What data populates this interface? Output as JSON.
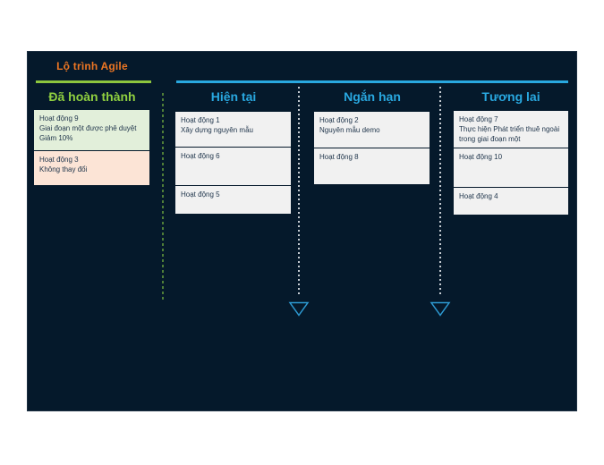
{
  "board": {
    "title": "Lộ trình Agile",
    "background": "#05192b",
    "title_color": "#ed7623",
    "accent_green": "#8dc63e",
    "accent_blue": "#29a8e0",
    "card_text_color": "#22374d",
    "milestone_icon": "triangle-down-outline"
  },
  "columns": [
    {
      "header": "Đã hoàn thành",
      "cards": [
        {
          "bg": "#e2efda",
          "lines": [
            "Hoạt động 9",
            "Giai đoạn một được phê duyệt",
            "Giảm 10%"
          ]
        },
        {
          "bg": "#fce4d6",
          "lines": [
            "Hoạt động 3",
            "Không thay đổi"
          ]
        }
      ]
    },
    {
      "header": "Hiện tại",
      "cards": [
        {
          "bg": "#f1f1f1",
          "lines": [
            "Hoạt động 1",
            "Xây dựng nguyên mẫu"
          ]
        },
        {
          "bg": "#f1f1f1",
          "lines": [
            "Hoạt động 6"
          ]
        },
        {
          "bg": "#f1f1f1",
          "lines": [
            "Hoạt động 5"
          ]
        }
      ]
    },
    {
      "header": "Ngắn hạn",
      "cards": [
        {
          "bg": "#f1f1f1",
          "lines": [
            "Hoạt động 2",
            "Nguyên mẫu demo"
          ]
        },
        {
          "bg": "#f1f1f1",
          "lines": [
            "Hoạt động 8"
          ]
        }
      ]
    },
    {
      "header": "Tương lai",
      "cards": [
        {
          "bg": "#f1f1f1",
          "lines": [
            "Hoạt động 7",
            "Thực hiện Phát triển thuê ngoài",
            "trong giai đoạn một"
          ]
        },
        {
          "bg": "#f1f1f1",
          "lines": [
            "Hoạt động 10"
          ]
        },
        {
          "bg": "#f1f1f1",
          "lines": [
            "Hoạt động 4"
          ]
        }
      ]
    }
  ]
}
